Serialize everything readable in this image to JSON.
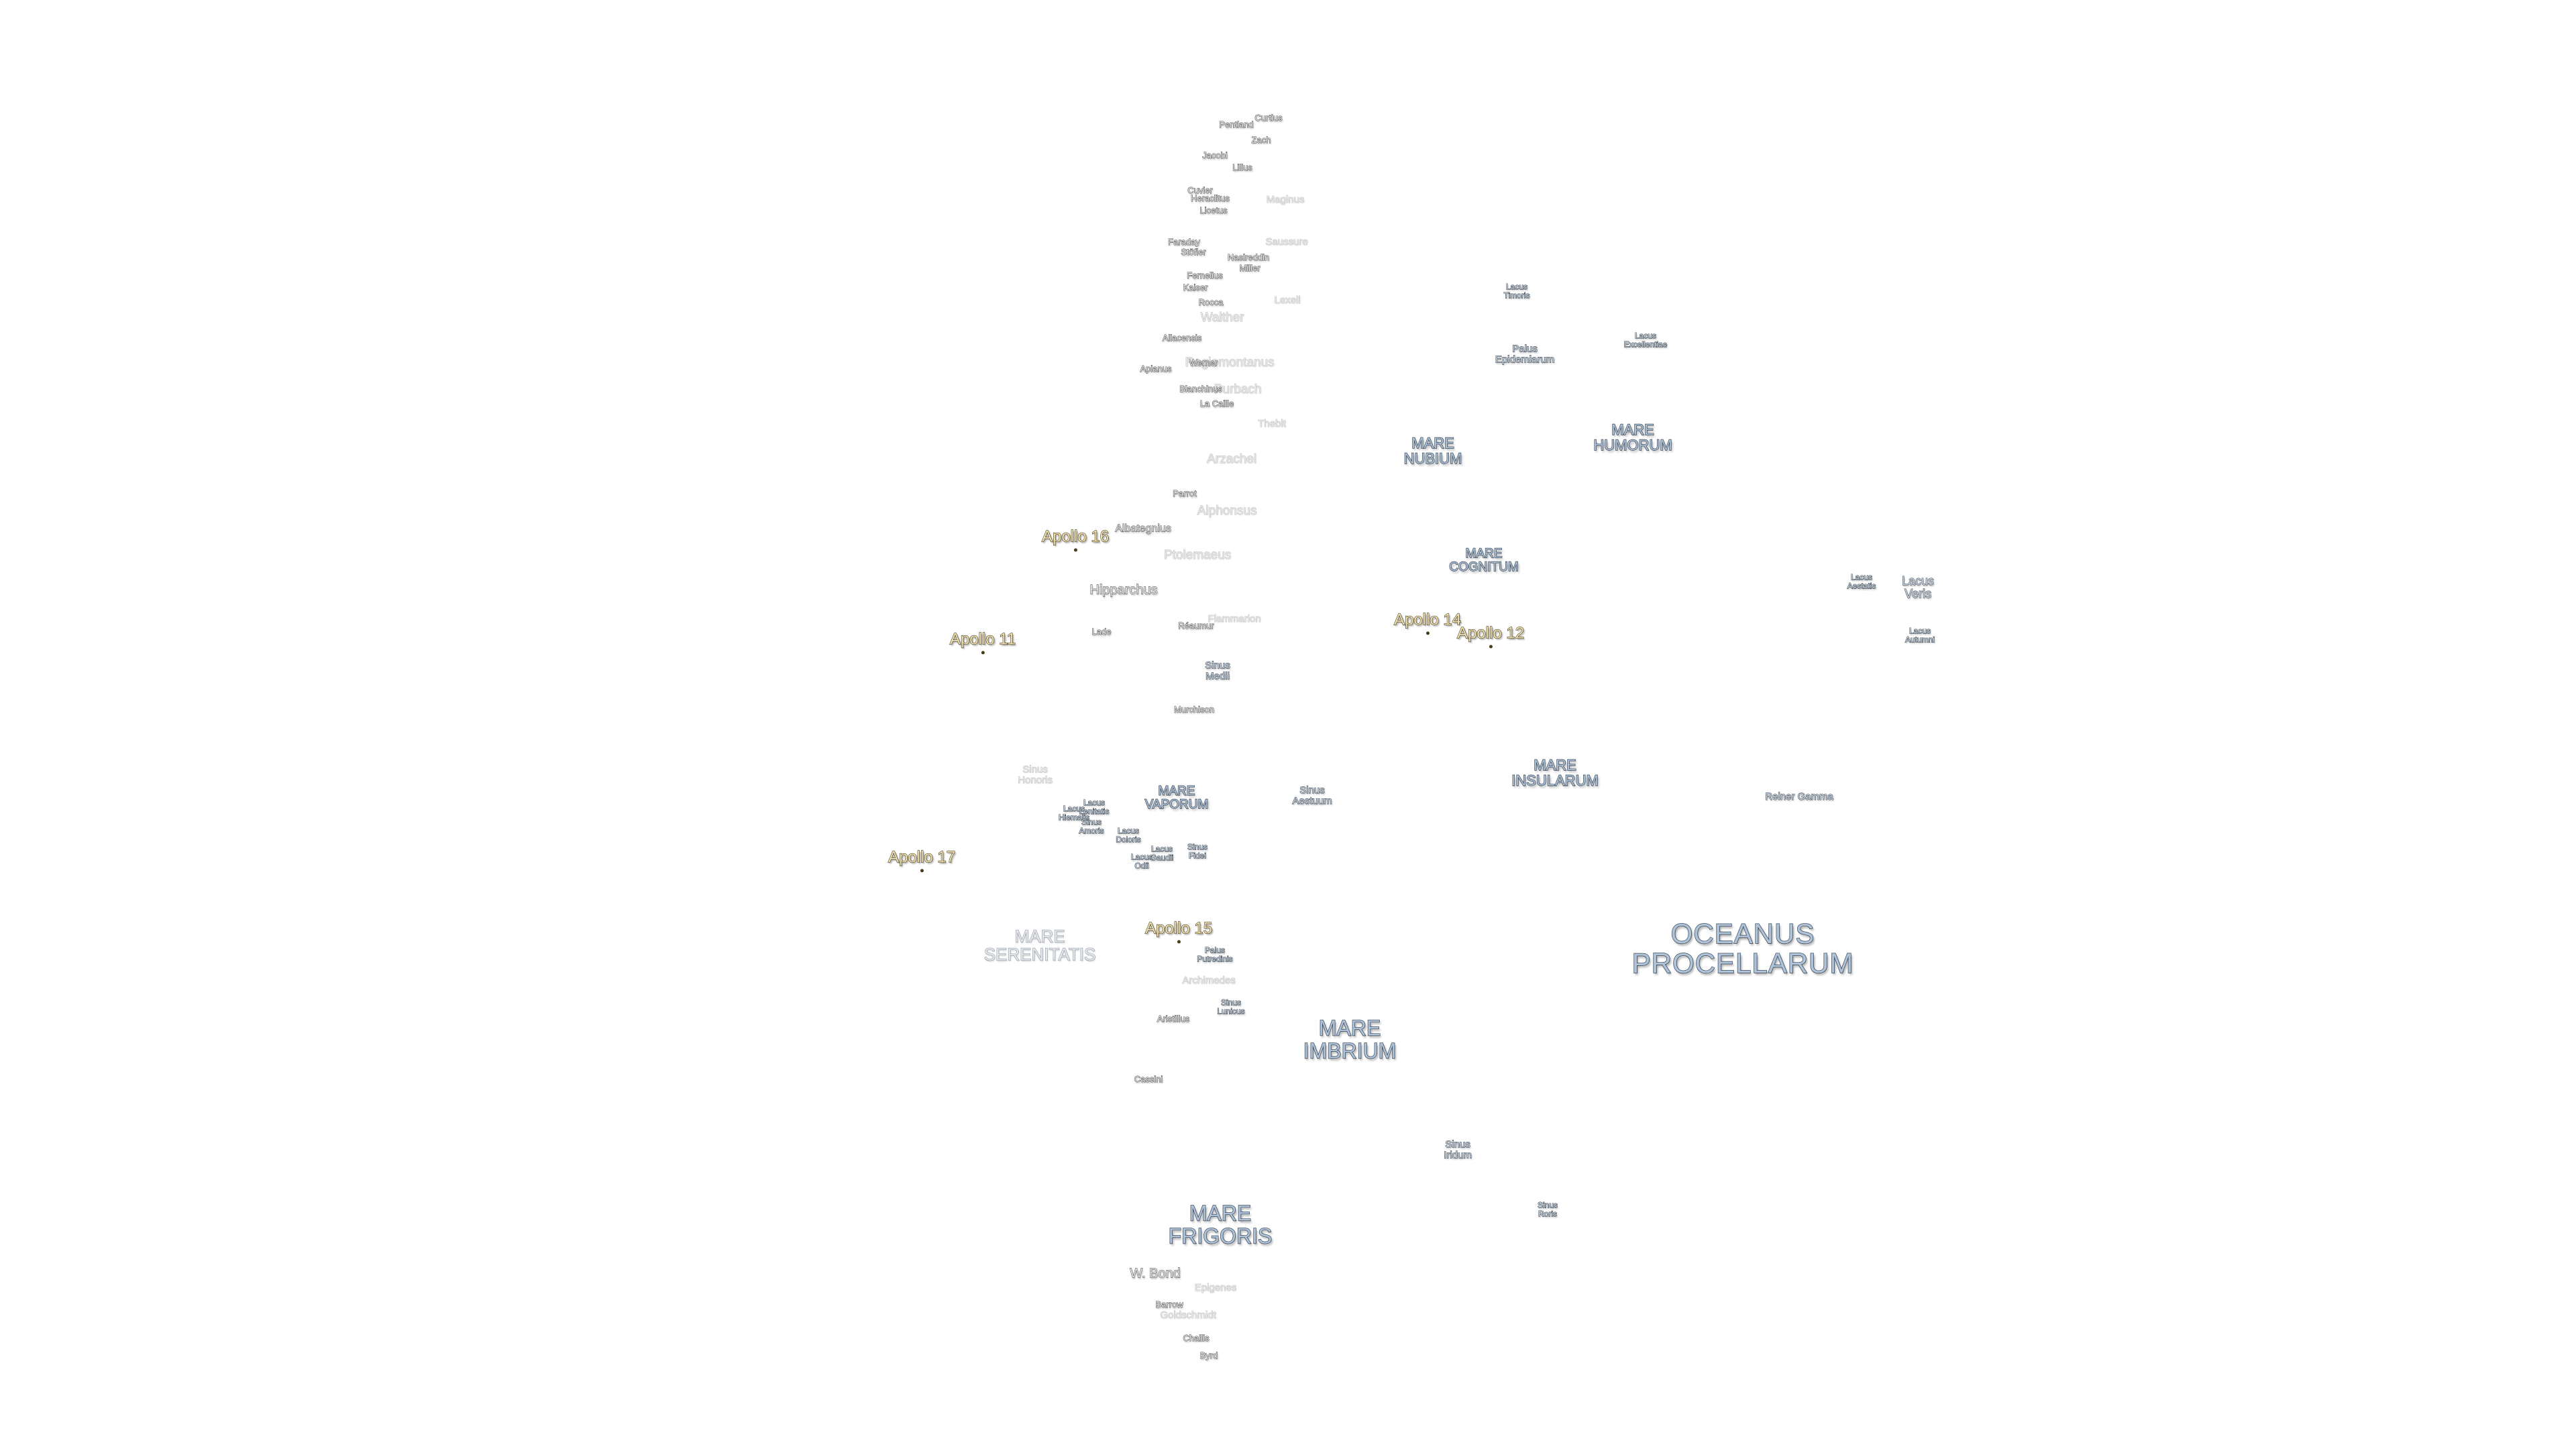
{
  "map": {
    "seas": [
      {
        "id": "oceanus-procellarum",
        "lines": [
          "OCEANUS",
          "PROCELLARUM"
        ]
      },
      {
        "id": "mare-imbrium",
        "lines": [
          "MARE",
          "IMBRIUM"
        ]
      },
      {
        "id": "mare-frigoris",
        "lines": [
          "MARE",
          "FRIGORIS"
        ]
      },
      {
        "id": "mare-nubium",
        "lines": [
          "MARE",
          "NUBIUM"
        ]
      },
      {
        "id": "mare-humorum",
        "lines": [
          "MARE",
          "HUMORUM"
        ]
      },
      {
        "id": "mare-cognitum",
        "lines": [
          "MARE",
          "COGNITUM"
        ]
      },
      {
        "id": "mare-insularum",
        "lines": [
          "MARE",
          "INSULARUM"
        ]
      },
      {
        "id": "mare-vaporum",
        "lines": [
          "MARE",
          "VAPORUM"
        ]
      },
      {
        "id": "mare-serenitatis",
        "lines": [
          "MARE",
          "SERENITATIS"
        ]
      }
    ],
    "small_features": [
      {
        "id": "lacus-timoris",
        "lines": [
          "Lacus",
          "Timoris"
        ]
      },
      {
        "id": "lacus-excellentiae",
        "lines": [
          "Lacus",
          "Excellentiae"
        ]
      },
      {
        "id": "palus-epidemiarum",
        "lines": [
          "Palus",
          "Epidemiarum"
        ]
      },
      {
        "id": "lacus-veris",
        "lines": [
          "Lacus",
          "Veris"
        ]
      },
      {
        "id": "lacus-autumni",
        "lines": [
          "Lacus",
          "Autumni"
        ]
      },
      {
        "id": "lacus-aestatis",
        "lines": [
          "Lacus",
          "Aestatis"
        ]
      },
      {
        "id": "sinus-medii",
        "lines": [
          "Sinus",
          "Medii"
        ]
      },
      {
        "id": "sinus-aestuum",
        "lines": [
          "Sinus",
          "Aestuum"
        ]
      },
      {
        "id": "reiner-gamma",
        "lines": [
          "Reiner Gamma"
        ]
      },
      {
        "id": "sinus-honoris",
        "lines": [
          "Sinus",
          "Honoris"
        ]
      },
      {
        "id": "lacus-hiemalis",
        "lines": [
          "Lacus",
          "Hiemalis"
        ]
      },
      {
        "id": "lacus-lenitatis",
        "lines": [
          "Lacus",
          "Lenitatis"
        ]
      },
      {
        "id": "sinus-amoris",
        "lines": [
          "Sinus",
          "Amoris"
        ]
      },
      {
        "id": "lacus-doloris",
        "lines": [
          "Lacus",
          "Doloris"
        ]
      },
      {
        "id": "lacus-gaudii",
        "lines": [
          "Lacus",
          "Gaudii"
        ]
      },
      {
        "id": "lacus-odii",
        "lines": [
          "Lacus",
          "Odii"
        ]
      },
      {
        "id": "sinus-fidei",
        "lines": [
          "Sinus",
          "Fidei"
        ]
      },
      {
        "id": "palus-putredinis",
        "lines": [
          "Palus",
          "Putredinis"
        ]
      },
      {
        "id": "sinus-lunicus",
        "lines": [
          "Sinus",
          "Lunicus"
        ]
      },
      {
        "id": "sinus-iridum",
        "lines": [
          "Sinus",
          "Iridum"
        ]
      },
      {
        "id": "sinus-roris",
        "lines": [
          "Sinus",
          "Roris"
        ]
      }
    ],
    "craters": [
      {
        "id": "curtius",
        "name": "Curtius"
      },
      {
        "id": "pentland",
        "name": "Pentland"
      },
      {
        "id": "zach",
        "name": "Zach"
      },
      {
        "id": "jacobi",
        "name": "Jacobi"
      },
      {
        "id": "lilius",
        "name": "Lilius"
      },
      {
        "id": "cuvier",
        "name": "Cuvier"
      },
      {
        "id": "heraclitus",
        "name": "Heraclitus"
      },
      {
        "id": "licetus",
        "name": "Licetus"
      },
      {
        "id": "faraday",
        "name": "Faraday"
      },
      {
        "id": "stoefler",
        "name": "Stöfler"
      },
      {
        "id": "nasireddin",
        "name": "Nasireddin"
      },
      {
        "id": "miller",
        "name": "Miller"
      },
      {
        "id": "fernelius",
        "name": "Fernelius"
      },
      {
        "id": "kaiser",
        "name": "Kaiser"
      },
      {
        "id": "rocca",
        "name": "Rocca"
      },
      {
        "id": "walther",
        "name": "Walther"
      },
      {
        "id": "aliacensis",
        "name": "Aliacensis"
      },
      {
        "id": "werner",
        "name": "Werner"
      },
      {
        "id": "apianus",
        "name": "Apianus"
      },
      {
        "id": "blanchinus",
        "name": "Blanchinus"
      },
      {
        "id": "la-caille",
        "name": "La Caille"
      },
      {
        "id": "parrot",
        "name": "Parrot"
      },
      {
        "id": "albategnius",
        "name": "Albategnius"
      },
      {
        "id": "hipparchus",
        "name": "Hipparchus"
      },
      {
        "id": "lade",
        "name": "Lade"
      },
      {
        "id": "reaumur",
        "name": "Réaumur"
      },
      {
        "id": "murchison",
        "name": "Murchison"
      },
      {
        "id": "aristillus",
        "name": "Aristillus"
      },
      {
        "id": "cassini",
        "name": "Cassini"
      },
      {
        "id": "w-bond",
        "name": "W. Bond"
      },
      {
        "id": "barrow",
        "name": "Barrow"
      },
      {
        "id": "challis",
        "name": "Challis"
      },
      {
        "id": "byrd",
        "name": "Byrd"
      }
    ],
    "faint_labels": [
      {
        "id": "maginus",
        "name": "Maginus"
      },
      {
        "id": "saussure",
        "name": "Saussure"
      },
      {
        "id": "lexell",
        "name": "Lexell"
      },
      {
        "id": "regiomontanus",
        "name": "Regiomontanus"
      },
      {
        "id": "purbach",
        "name": "Purbach"
      },
      {
        "id": "thebit",
        "name": "Thebit"
      },
      {
        "id": "arzachel",
        "name": "Arzachel"
      },
      {
        "id": "alphonsus",
        "name": "Alphonsus"
      },
      {
        "id": "ptolemaeus",
        "name": "Ptolemaeus"
      },
      {
        "id": "flammarion",
        "name": "Flammarion"
      },
      {
        "id": "archimedes",
        "name": "Archimedes"
      },
      {
        "id": "epigenes",
        "name": "Epigenes"
      },
      {
        "id": "goldschmidt",
        "name": "Goldschmidt"
      }
    ],
    "landing_sites": [
      {
        "id": "apollo-16",
        "name": "Apollo 16"
      },
      {
        "id": "apollo-11",
        "name": "Apollo 11"
      },
      {
        "id": "apollo-14",
        "name": "Apollo 14"
      },
      {
        "id": "apollo-12",
        "name": "Apollo 12"
      },
      {
        "id": "apollo-17",
        "name": "Apollo 17"
      },
      {
        "id": "apollo-15",
        "name": "Apollo 15"
      }
    ],
    "colors": {
      "background": "#ffffff",
      "sea_fill": "#aec3d9",
      "sea_stroke": "#3e4b5a",
      "apollo_fill": "#f2e3b2",
      "crater_fill": "#e3e3e3"
    }
  }
}
